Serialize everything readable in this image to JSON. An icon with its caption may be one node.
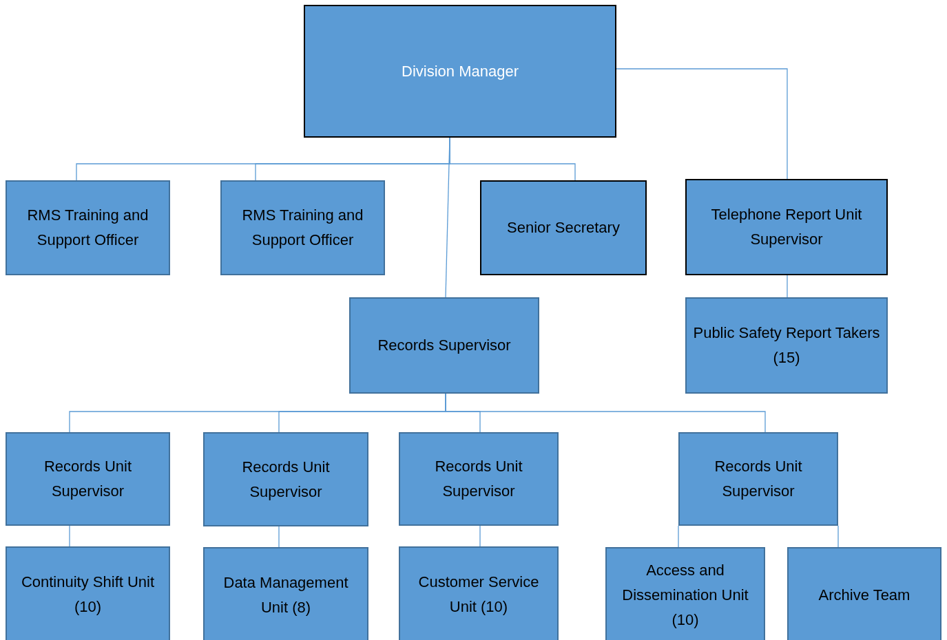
{
  "diagram": {
    "nodes": [
      {
        "text": [
          "Division Manager"
        ]
      },
      {
        "text": [
          "RMS Training and Support Officer"
        ]
      },
      {
        "text": [
          "RMS Training and Support Officer"
        ]
      },
      {
        "text": [
          "Senior Secretary"
        ]
      },
      {
        "text": [
          "Telephone Report Unit Supervisor"
        ]
      },
      {
        "text": [
          "Records Supervisor"
        ]
      },
      {
        "text": [
          "Public Safety Report Takers (15)"
        ]
      },
      {
        "text": [
          "Records Unit Supervisor"
        ]
      },
      {
        "text": [
          "Records Unit Supervisor"
        ]
      },
      {
        "text": [
          "Records Unit Supervisor"
        ]
      },
      {
        "text": [
          "Records Unit Supervisor"
        ]
      },
      {
        "text": [
          "Continuity Shift Unit (10)"
        ]
      },
      {
        "text": [
          "Data Management Unit (8)"
        ]
      },
      {
        "text": [
          "Customer Service Unit (10)"
        ]
      },
      {
        "text": [
          "Access and Dissemination Unit (10)"
        ]
      },
      {
        "text": [
          "Archive Team"
        ]
      }
    ],
    "edges": [
      {
        "from": 0,
        "to": 1,
        "arrow": "none"
      },
      {
        "from": 0,
        "to": 2,
        "arrow": "none"
      },
      {
        "from": 0,
        "to": 3,
        "arrow": "none"
      },
      {
        "from": 0,
        "to": 5,
        "arrow": "none"
      },
      {
        "from": 0,
        "to": 4,
        "arrow": "none"
      },
      {
        "from": 4,
        "to": 6,
        "arrow": "none"
      },
      {
        "from": 5,
        "to": 7,
        "arrow": "none"
      },
      {
        "from": 5,
        "to": 8,
        "arrow": "none"
      },
      {
        "from": 5,
        "to": 9,
        "arrow": "none"
      },
      {
        "from": 5,
        "to": 10,
        "arrow": "none"
      },
      {
        "from": 7,
        "to": 11,
        "arrow": "none"
      },
      {
        "from": 8,
        "to": 12,
        "arrow": "none"
      },
      {
        "from": 9,
        "to": 13,
        "arrow": "none"
      },
      {
        "from": 10,
        "to": 14,
        "arrow": "none"
      },
      {
        "from": 10,
        "to": 15,
        "arrow": "none"
      }
    ]
  }
}
